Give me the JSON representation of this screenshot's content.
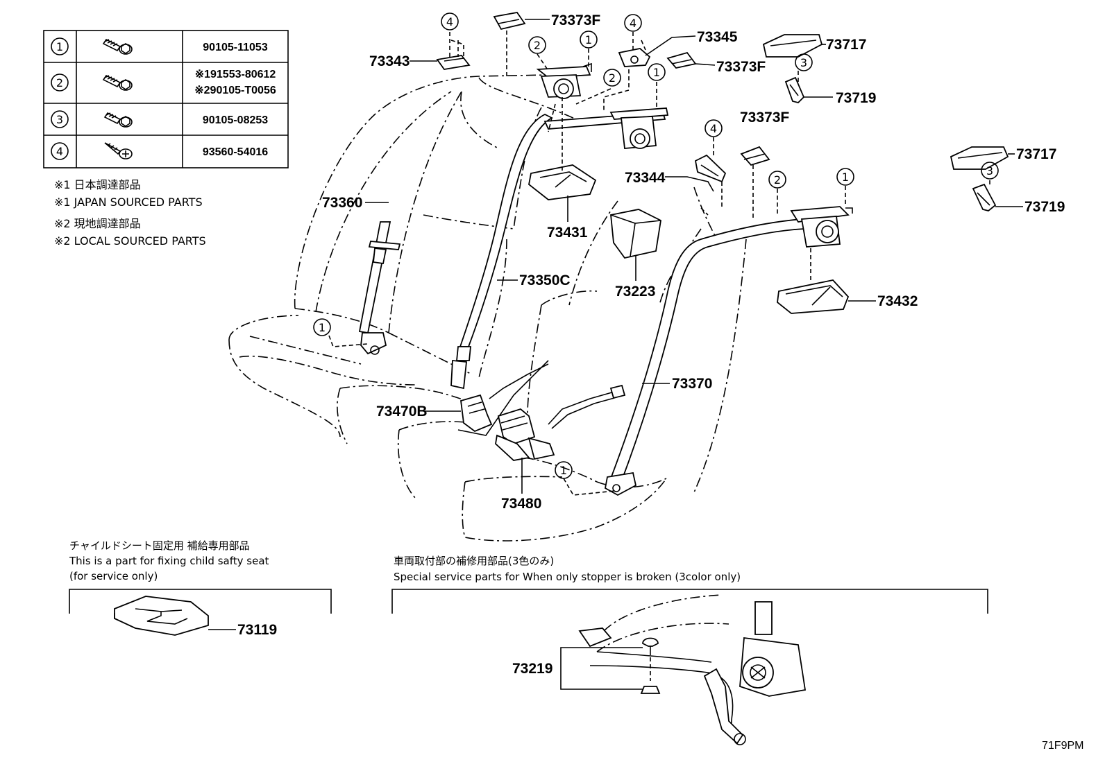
{
  "fastener_table": {
    "rows": [
      {
        "ref": "1",
        "icon": "flange-bolt-icon",
        "part_numbers": [
          "90105-11053"
        ]
      },
      {
        "ref": "2",
        "icon": "flange-bolt-icon",
        "part_numbers": [
          "※191553-80612",
          "※290105-T0056"
        ]
      },
      {
        "ref": "3",
        "icon": "flange-bolt-icon",
        "part_numbers": [
          "90105-08253"
        ]
      },
      {
        "ref": "4",
        "icon": "tapping-screw-icon",
        "part_numbers": [
          "93560-54016"
        ]
      }
    ]
  },
  "notes": [
    "※1  日本調達部品",
    "※1  JAPAN SOURCED PARTS",
    "※2  現地調達部品",
    "※2  LOCAL SOURCED PARTS"
  ],
  "part_labels": {
    "p73373f_top": "73373F",
    "p73343": "73343",
    "p73345": "73345",
    "p73373f_mid": "73373F",
    "p73717_a": "73717",
    "p73719_a": "73719",
    "p73373f_right": "73373F",
    "p73717_b": "73717",
    "p73719_b": "73719",
    "p73360": "73360",
    "p73344": "73344",
    "p73431": "73431",
    "p73223": "73223",
    "p73432": "73432",
    "p73350c": "73350C",
    "p73370": "73370",
    "p73470b": "73470B",
    "p73480": "73480",
    "p73119": "73119",
    "p73219": "73219"
  },
  "callouts": {
    "c4a": "4",
    "c2a": "2",
    "c1a": "1",
    "c4b": "4",
    "c2b": "2",
    "c1b": "1",
    "c3a": "3",
    "c4c": "4",
    "c2c": "2",
    "c1c": "1",
    "c3b": "3",
    "c1d": "1",
    "c1e": "1"
  },
  "child_seat_section": {
    "title_jp": "チャイルドシート固定用 補給専用部品",
    "title_en1": "This is a part for fixing child safty seat",
    "title_en2": "(for service only)"
  },
  "stopper_section": {
    "title_jp": "車両取付部の補修用部品(3色のみ)",
    "title_en": "Special service parts for When only stopper is broken (3color only)"
  },
  "diagram_code": "71F9PM"
}
